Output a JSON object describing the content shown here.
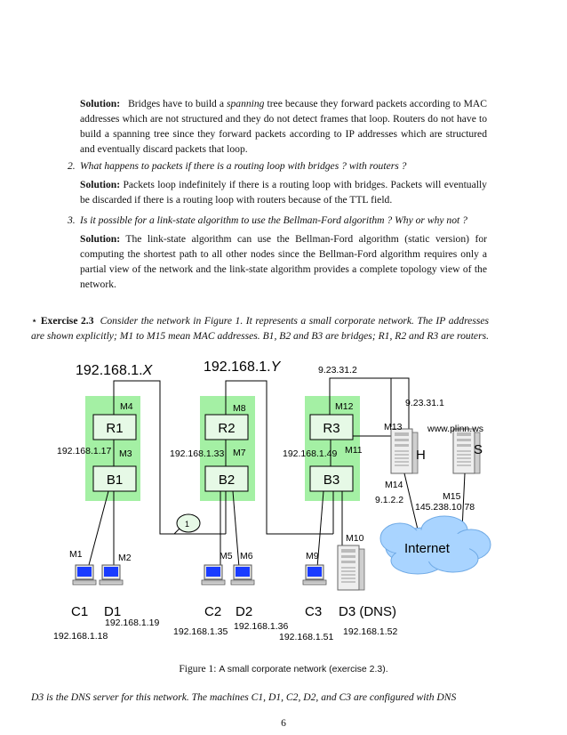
{
  "solution1": {
    "label": "Solution:",
    "line1_a": "Bridges have to build a ",
    "line1_em": "spanning",
    "line1_b": " tree because they forward packets according to MAC",
    "rest": "addresses which are not structured and they do not detect frames that loop. Routers do not have to build a spanning tree since they forward packets according to IP addresses which are structured and eventually discard packets that loop."
  },
  "q2": {
    "num": "2.",
    "text": "What happens to packets if there is a routing loop with bridges ? with routers ?",
    "label": "Solution:",
    "answer": "Packets loop indefinitely if there is a routing loop with bridges. Packets will eventually be discarded if there is a routing loop with routers because of the TTL field."
  },
  "q3": {
    "num": "3.",
    "text": "Is it possible for a link-state algorithm to use the Bellman-Ford algorithm ? Why or why not ?",
    "label": "Solution:",
    "answer": "The link-state algorithm can use the Bellman-Ford algorithm (static version) for computing the shortest path to all other nodes since the Bellman-Ford algorithm requires only a partial view of the network and the link-state algorithm provides a complete topology view of the network."
  },
  "exercise": {
    "star": "⋆",
    "title": "Exercise 2.3",
    "text": "Consider the network in Figure 1. It represents a small corporate network. The IP addresses are shown explicitly; M1 to M15 mean MAC addresses. B1, B2 and B3 are bridges; R1, R2 and R3 are routers."
  },
  "figure": {
    "net_x": "192.168.1.",
    "net_x_var": "X",
    "net_y": "192.168.1.",
    "net_y_var": "Y",
    "ip_9_23_31_2": "9.23.31.2",
    "ip_9_23_31_1": "9.23.31.1",
    "www": "www.plinn.ws",
    "R1": "R1",
    "R2": "R2",
    "R3": "R3",
    "B1": "B1",
    "B2": "B2",
    "B3": "B3",
    "M1": "M1",
    "M2": "M2",
    "M3": "M3",
    "M4": "M4",
    "M5": "M5",
    "M6": "M6",
    "M7": "M7",
    "M8": "M8",
    "M9": "M9",
    "M10": "M10",
    "M11": "M11",
    "M12": "M12",
    "M13": "M13",
    "M14": "M14",
    "M15": "M15",
    "ip_r1": "192.168.1.17",
    "ip_r2": "192.168.1.33",
    "ip_r3": "192.168.1.49",
    "ip_h": "9.1.2.2",
    "ip_s": "145.238.10.78",
    "H": "H",
    "S": "S",
    "internet": "Internet",
    "bubble": "1",
    "C1": "C1",
    "D1": "D1",
    "C2": "C2",
    "D2": "D2",
    "C3": "C3",
    "D3": "D3 (DNS)",
    "ip_c1": "192.168.1.18",
    "ip_d1": "192.168.1.19",
    "ip_c2": "192.168.1.35",
    "ip_d2": "192.168.1.36",
    "ip_c3": "192.168.1.51",
    "ip_d3": "192.168.1.52"
  },
  "caption": {
    "prefix": "Figure 1:",
    "text": "A small corporate network (exercise 2.3)."
  },
  "footer_text": "D3 is the DNS server for this network. The machines C1, D1, C2, D2, and C3 are configured with DNS",
  "page_number": "6"
}
